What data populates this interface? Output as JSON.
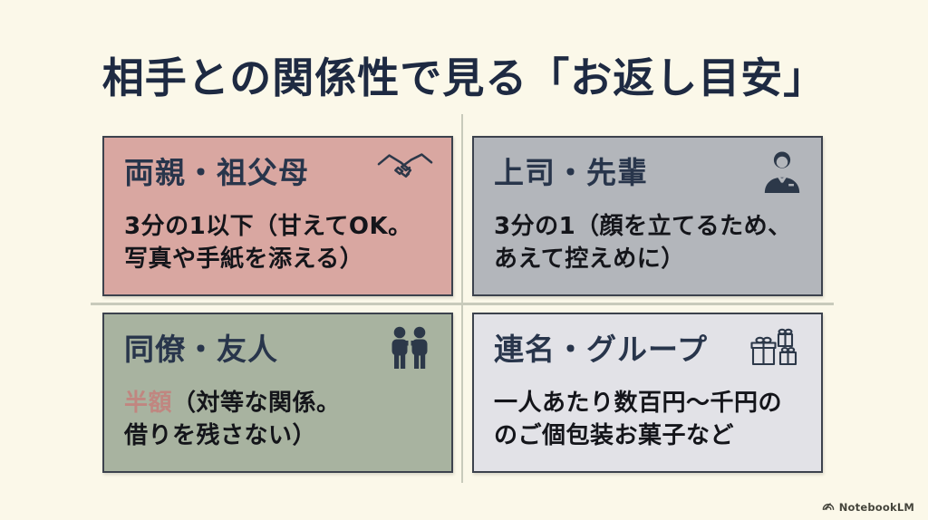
{
  "page": {
    "background_color": "#FBF8E9",
    "title": "相手との関係性で見る「お返し目安」",
    "title_color": "#1E2A42",
    "divider_color": "#C8CABB"
  },
  "cards": [
    {
      "name": "parents-grandparents",
      "title": "両親・祖父母",
      "icon": "handshake-icon",
      "background_color": "#D9A7A1",
      "highlight": "",
      "line1": "3分の1以下（甘えてOK。",
      "line2": "写真や手紙を添える）"
    },
    {
      "name": "boss-senior",
      "title": "上司・先輩",
      "icon": "businessman-icon",
      "background_color": "#B3B6BB",
      "highlight": "",
      "line1": "3分の1（顔を立てるため、",
      "line2": "あえて控えめに）"
    },
    {
      "name": "colleague-friend",
      "title": "同僚・友人",
      "icon": "two-people-icon",
      "background_color": "#A8B3A0",
      "highlight": "半額",
      "highlight_color": "#C08680",
      "line1": "（対等な関係。",
      "line2": "借りを残さない）"
    },
    {
      "name": "joint-group",
      "title": "連名・グループ",
      "icon": "gifts-icon",
      "background_color": "#E2E2E7",
      "highlight": "",
      "line1": "一人あたり数百円〜千円の",
      "line2": "のご個包装お菓子など"
    }
  ],
  "watermark": {
    "label": "NotebookLM"
  }
}
